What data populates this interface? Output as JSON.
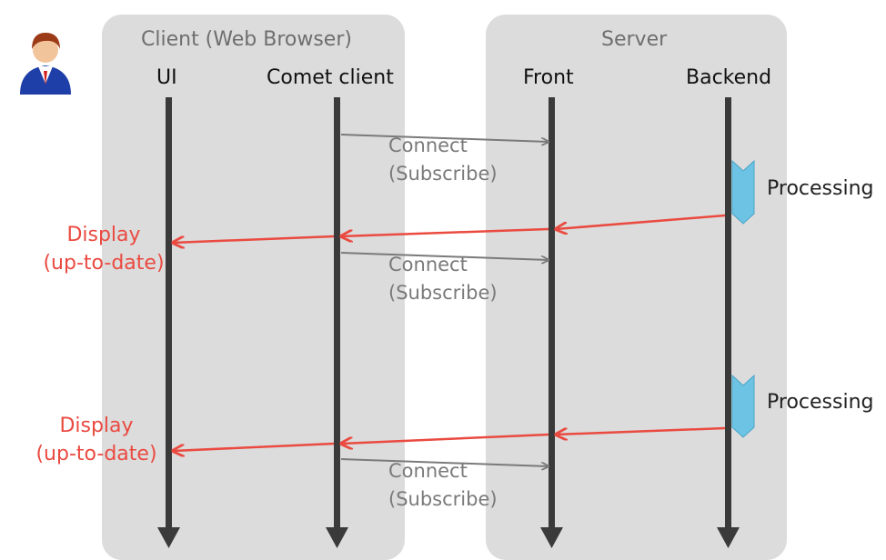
{
  "groups": {
    "client_title": "Client (Web Browser)",
    "server_title": "Server"
  },
  "lanes": {
    "ui": "UI",
    "comet_client": "Comet client",
    "front": "Front",
    "backend": "Backend"
  },
  "messages": {
    "connect_1": "Connect",
    "subscribe_1": "(Subscribe)",
    "connect_2": "Connect",
    "subscribe_2": "(Subscribe)",
    "connect_3": "Connect",
    "subscribe_3": "(Subscribe)",
    "display_1_line1": "Display",
    "display_1_line2": "(up-to-date)",
    "display_2_line1": "Display",
    "display_2_line2": "(up-to-date)",
    "processing_1": "Processing",
    "processing_2": "Processing"
  },
  "icons": {
    "user": "user-avatar-icon",
    "processing": "processing-chevron-icon"
  },
  "colors": {
    "panel": "#dcdcdc",
    "lifeline": "#3a3a3a",
    "request_arrow": "#7a7a7a",
    "response_arrow": "#ea4a40",
    "response_text": "#ea4a40",
    "processing_marker": "#6cc3e3"
  }
}
